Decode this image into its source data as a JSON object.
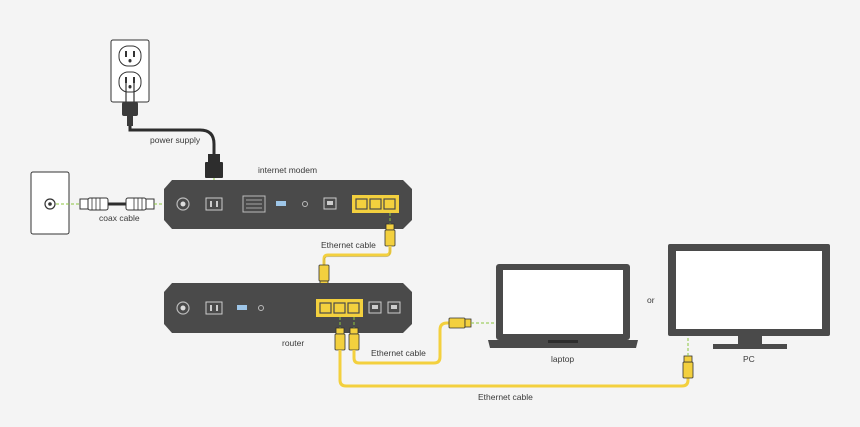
{
  "labels": {
    "power_supply": "power supply",
    "coax_cable": "coax cable",
    "internet_modem": "internet modem",
    "ethernet_cable_modem_router": "Ethernet cable",
    "router": "router",
    "ethernet_cable_laptop": "Ethernet cable",
    "laptop": "laptop",
    "or": "or",
    "pc": "PC",
    "ethernet_cable_pc": "Ethernet cable"
  },
  "colors": {
    "background": "#f4f4f4",
    "device_body": "#4a4a4a",
    "cable_yellow": "#f3d03e",
    "guide_green": "#8cc63f",
    "outline": "#333333",
    "white": "#ffffff"
  },
  "icons": [
    "wall-outlet-icon",
    "coax-wall-plate-icon",
    "power-plug-icon",
    "ethernet-connector-icon",
    "laptop-icon",
    "monitor-icon"
  ]
}
